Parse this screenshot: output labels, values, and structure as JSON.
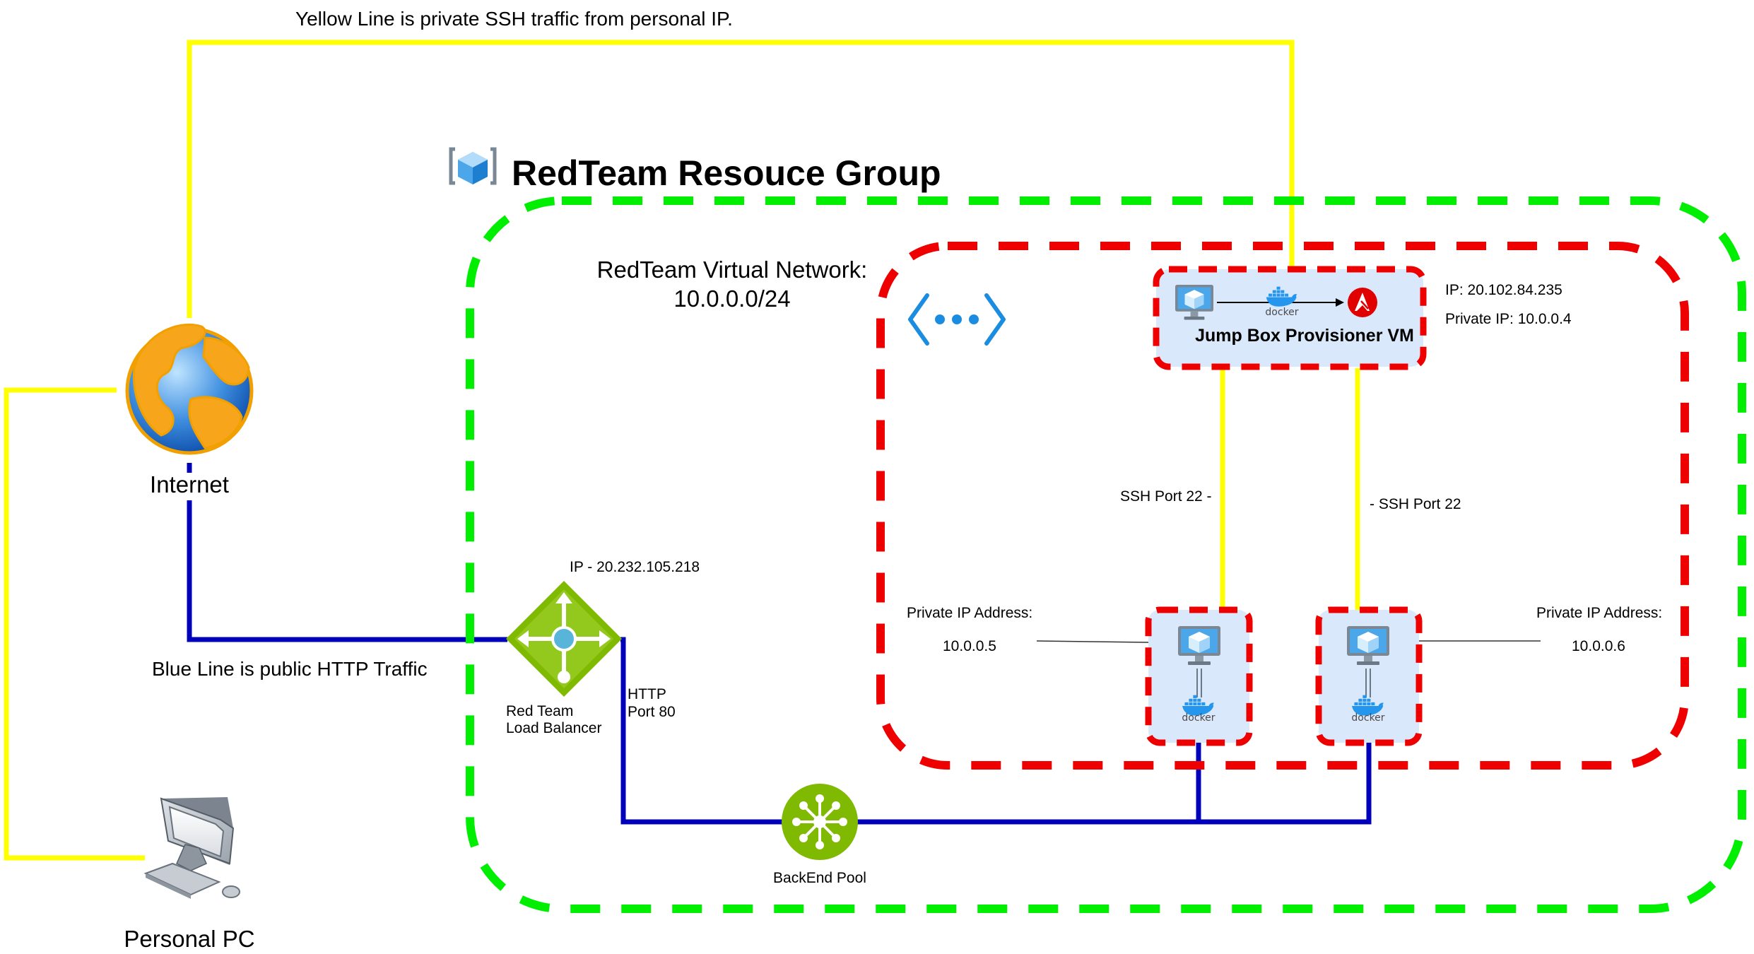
{
  "legend": {
    "yellow": "Yellow Line is private SSH traffic from personal IP.",
    "blue": "Blue Line is public HTTP Traffic"
  },
  "resource_group": {
    "title": "RedTeam Resouce Group"
  },
  "vnet": {
    "title_line1": "RedTeam Virtual Network:",
    "title_line2": "10.0.0.0/24"
  },
  "internet": {
    "label": "Internet"
  },
  "personal_pc": {
    "label": "Personal PC"
  },
  "jump_box": {
    "label": "Jump Box Provisioner VM",
    "ip": "IP: 20.102.84.235",
    "private_ip": "Private IP: 10.0.0.4",
    "docker": "docker"
  },
  "load_balancer": {
    "ip": "IP - 20.232.105.218",
    "label_line1": "Red Team",
    "label_line2": "Load Balancer",
    "port_line1": "HTTP",
    "port_line2": "Port 80"
  },
  "backend_pool": {
    "label": "BackEnd Pool"
  },
  "ssh_left": {
    "label": "SSH Port 22 -"
  },
  "ssh_right": {
    "label": "- SSH Port 22"
  },
  "web1": {
    "private_label": "Private IP Address:",
    "ip": "10.0.0.5",
    "docker": "docker"
  },
  "web2": {
    "private_label": "Private IP Address:",
    "ip": "10.0.0.6",
    "docker": "docker"
  },
  "colors": {
    "ssh_line": "#ffff00",
    "http_line": "#0000bb",
    "resource_group_border": "#00ee00",
    "vnet_border": "#ee0000",
    "vm_box": "#dae8fc",
    "azure_blue": "#0078d4",
    "lb_green": "#7fba00",
    "ansible_red": "#e00000",
    "docker_blue": "#2496ed"
  }
}
